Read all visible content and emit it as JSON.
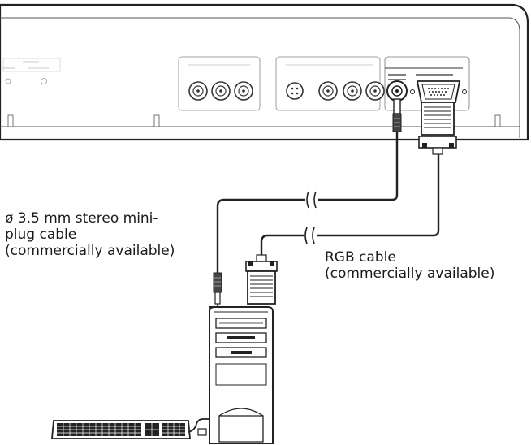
{
  "audio_cable_label": {
    "line1": "ø 3.5 mm stereo mini-",
    "line2": "plug cable",
    "line3": "(commercially available)"
  },
  "rgb_cable_label": {
    "line1": "RGB cable",
    "line2": "(commercially available)"
  },
  "icons": [
    "display-rear-panel",
    "audio-input-jack",
    "rgb-input-port",
    "stereo-mini-plug",
    "rgb-connector",
    "pc-tower",
    "keyboard"
  ]
}
